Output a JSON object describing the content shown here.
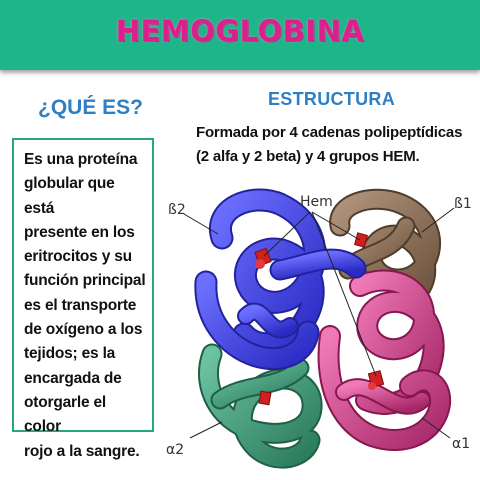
{
  "header": {
    "title": "HEMOGLOBINA"
  },
  "what_is": {
    "heading": "¿QUÉ ES?",
    "lines": [
      "Es una proteína",
      "globular que está",
      "presente en los",
      "eritrocitos y su",
      "función principal",
      "es el transporte",
      "de oxígeno a los",
      "tejidos; es la",
      "encargada de",
      "otorgarle el color",
      "rojo a la sangre."
    ]
  },
  "structure": {
    "heading": "ESTRUCTURA",
    "lines": [
      "Formada por 4 cadenas polipeptídicas",
      "(2 alfa y 2 beta) y 4 grupos HEM."
    ]
  },
  "diagram": {
    "labels": {
      "hem": "Hem",
      "beta2": "ß2",
      "beta1": "ß1",
      "alpha2": "α2",
      "alpha1": "α1"
    },
    "colors": {
      "beta2": "#4a4cf0",
      "beta1": "#8a6e55",
      "alpha2": "#3e9a78",
      "alpha1": "#d0488e",
      "heme": "#d21f1f"
    }
  }
}
